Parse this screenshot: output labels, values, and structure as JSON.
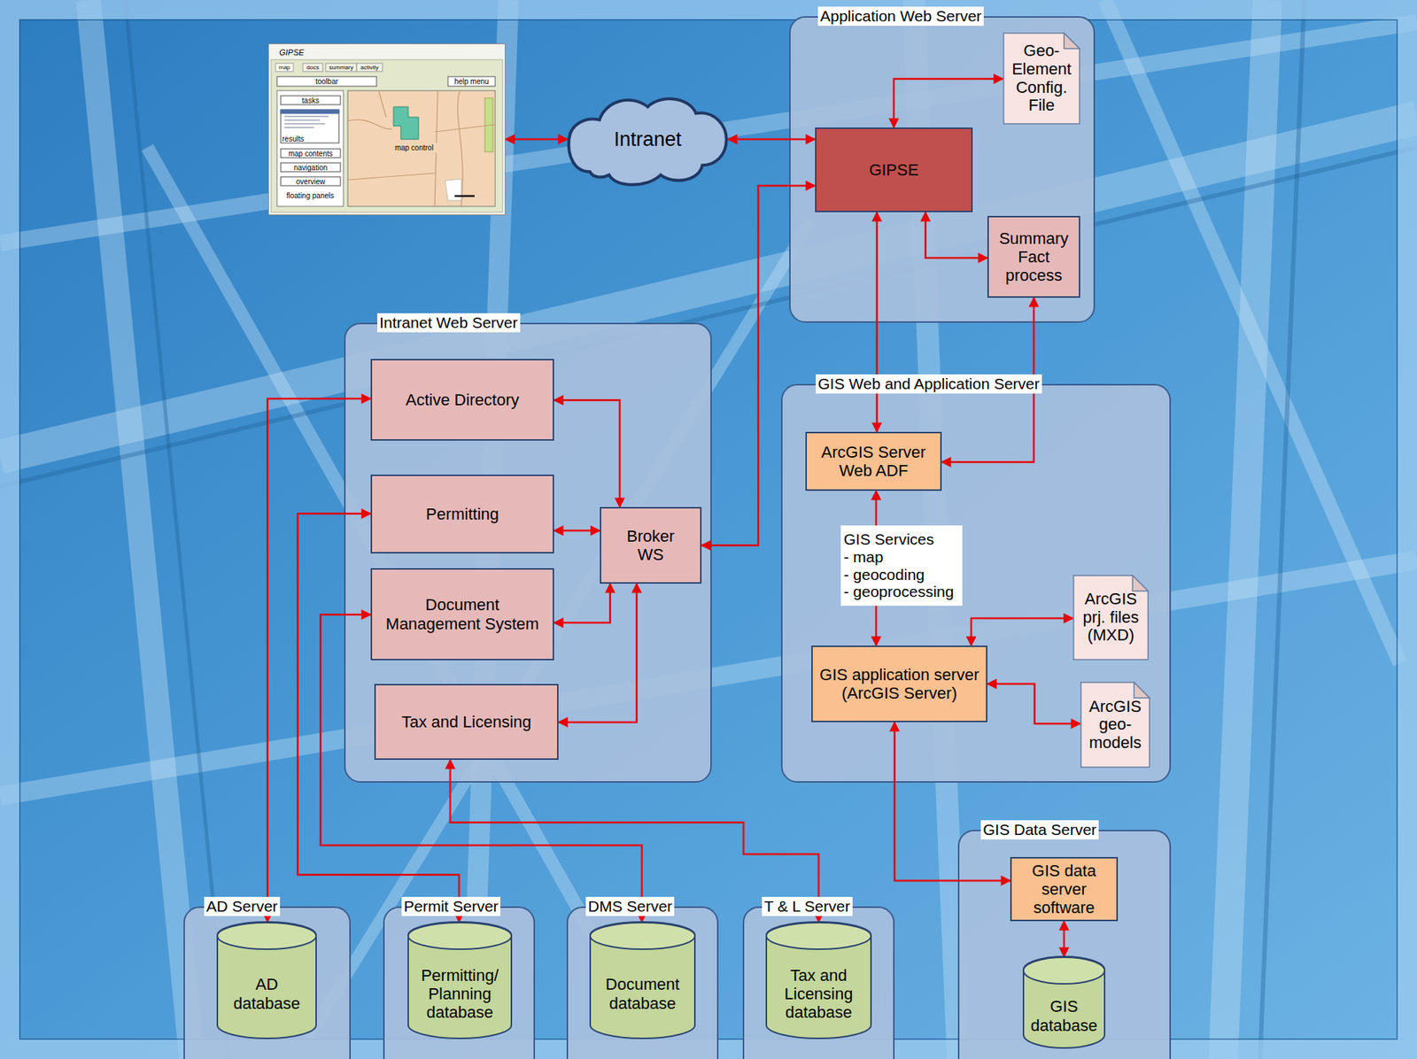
{
  "diagram": {
    "nodes": [
      {
        "text": [
          "GIPSE",
          "map",
          "docs",
          "summary",
          "activity",
          "toolbar",
          "help menu",
          "tasks",
          "results",
          "map contents",
          "navigation",
          "overview",
          "floating panels",
          "map control"
        ]
      },
      {
        "text": [
          "Intranet"
        ]
      },
      {
        "text": [
          "Application Web Server"
        ]
      },
      {
        "text": [
          "Geo-Element Config. File"
        ],
        "in": 2
      },
      {
        "text": [
          "GIPSE"
        ],
        "in": 2
      },
      {
        "text": [
          "Summary Fact process"
        ],
        "in": 2
      },
      {
        "text": [
          "Intranet Web Server"
        ]
      },
      {
        "text": [
          "Active Directory"
        ],
        "in": 6
      },
      {
        "text": [
          "Permitting"
        ],
        "in": 6
      },
      {
        "text": [
          "Broker WS"
        ],
        "in": 6
      },
      {
        "text": [
          "Document Management System"
        ],
        "in": 6
      },
      {
        "text": [
          "Tax and Licensing"
        ],
        "in": 6
      },
      {
        "text": [
          "GIS Web and Application Server"
        ]
      },
      {
        "text": [
          "ArcGIS Server Web ADF"
        ],
        "in": 12
      },
      {
        "text": [
          "GIS Services",
          "- map",
          "- geocoding",
          "- geoprocessing"
        ],
        "in": 12
      },
      {
        "text": [
          "GIS application server (ArcGIS Server)"
        ],
        "in": 12
      },
      {
        "text": [
          "ArcGIS prj. files (MXD)"
        ],
        "in": 12
      },
      {
        "text": [
          "ArcGIS geo-models"
        ],
        "in": 12
      },
      {
        "text": [
          "AD Server"
        ]
      },
      {
        "text": [
          "AD database"
        ],
        "in": 18
      },
      {
        "text": [
          "Permit Server"
        ]
      },
      {
        "text": [
          "Permitting/ Planning database"
        ],
        "in": 20
      },
      {
        "text": [
          "DMS Server"
        ]
      },
      {
        "text": [
          "Document database"
        ],
        "in": 22
      },
      {
        "text": [
          "T & L Server"
        ]
      },
      {
        "text": [
          "Tax and Licensing database"
        ],
        "in": 24
      },
      {
        "text": [
          "GIS Data Server"
        ]
      },
      {
        "text": [
          "GIS data server software"
        ],
        "in": 26
      },
      {
        "text": [
          "GIS database"
        ],
        "in": 26
      }
    ],
    "edges": [
      {
        "from": 0,
        "to": 1,
        "arrow": "both"
      },
      {
        "from": 1,
        "to": 4,
        "arrow": "both"
      },
      {
        "from": 4,
        "to": 3,
        "arrow": "both"
      },
      {
        "from": 4,
        "to": 5,
        "arrow": "both"
      },
      {
        "from": 4,
        "to": 13,
        "arrow": "both"
      },
      {
        "from": 5,
        "to": 13,
        "arrow": "both"
      },
      {
        "from": 9,
        "to": 4,
        "arrow": "both"
      },
      {
        "from": 7,
        "to": 9,
        "arrow": "both"
      },
      {
        "from": 8,
        "to": 9,
        "arrow": "both"
      },
      {
        "from": 10,
        "to": 9,
        "arrow": "both"
      },
      {
        "from": 11,
        "to": 9,
        "arrow": "both"
      },
      {
        "from": 7,
        "to": 19,
        "arrow": "both"
      },
      {
        "from": 8,
        "to": 21,
        "arrow": "both"
      },
      {
        "from": 10,
        "to": 23,
        "arrow": "both"
      },
      {
        "from": 11,
        "to": 25,
        "arrow": "both"
      },
      {
        "from": 13,
        "to": 15,
        "arrow": "both"
      },
      {
        "from": 15,
        "to": 16,
        "arrow": "both"
      },
      {
        "from": 15,
        "to": 17,
        "arrow": "both"
      },
      {
        "from": 15,
        "to": 27,
        "arrow": "both"
      },
      {
        "from": 27,
        "to": 28,
        "arrow": "both"
      }
    ]
  }
}
